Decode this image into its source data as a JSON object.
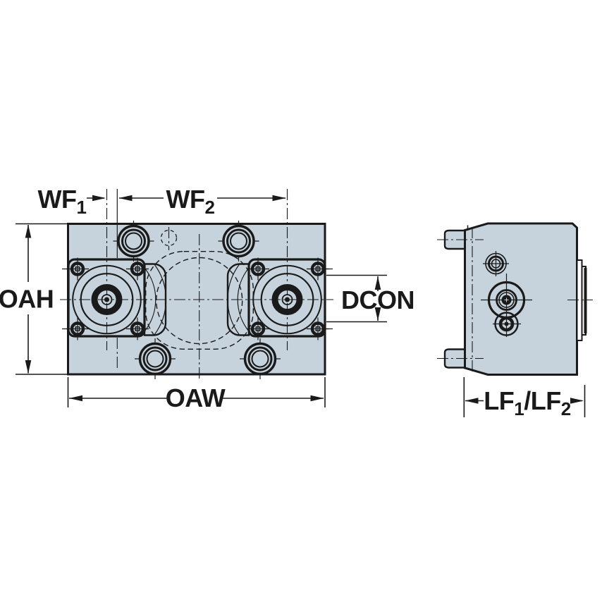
{
  "labels": {
    "wf1": {
      "base": "WF",
      "sub": "1"
    },
    "wf2": {
      "base": "WF",
      "sub": "2"
    },
    "oah": "OAH",
    "oaw": "OAW",
    "dcon": "DCON",
    "lf": {
      "base1": "LF",
      "sub1": "1",
      "sep": "/",
      "base2": "LF",
      "sub2": "2"
    }
  },
  "colors": {
    "body_fill": "#c6d3dc",
    "line": "#1a1a1a",
    "background": "#ffffff"
  }
}
